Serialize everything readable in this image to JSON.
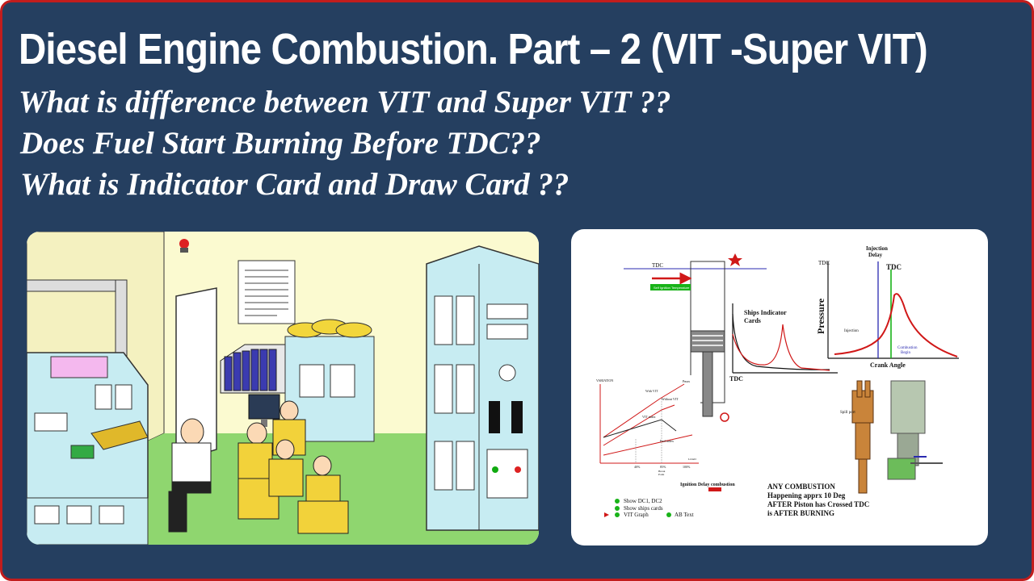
{
  "header": {
    "title": "Diesel Engine Combustion. Part – 2 (VIT -Super VIT)",
    "questions": [
      "What is difference between VIT and Super VIT ??",
      "Does Fuel Start Burning Before TDC??",
      "What is Indicator Card and Draw Card ??"
    ]
  },
  "diagram": {
    "tdc_label": "TDC",
    "self_ignition_label": "Self Ignition Temperature",
    "ships_cards_label": [
      "Ships Indicator",
      "Cards"
    ],
    "cards_tdc_label": "TDC",
    "pressure_graph": {
      "injection_delay": [
        "Injection",
        "Delay"
      ],
      "tdc_top": "TDC",
      "tdc_left": "TDC",
      "ylabel": "Pressure",
      "injection": "Injection",
      "combustion_begin": [
        "Combustion",
        "Begin"
      ],
      "xlabel": "Crank Angle"
    },
    "vit_graph": {
      "variation": "VARIATION",
      "peak": "Pmax",
      "with_vit": "With VIT",
      "without_vit": "Without VIT",
      "vit_index": "VIT index",
      "fuel_index": "Fuel index",
      "load": "LOAD",
      "x_ticks": [
        "40%",
        "85%",
        "100%"
      ],
      "break_point": [
        "Break",
        "Point"
      ]
    },
    "ignition_delay_label": "Ignition Delay combustion",
    "spill_port_label": "Spill port",
    "legend": [
      "Show DC1, DC2",
      "Show ships cards",
      "VIT Graph",
      "AB Text"
    ],
    "note": [
      "ANY COMBUSTION",
      "Happening apprx 10 Deg",
      "AFTER Piston has Crossed TDC",
      "is AFTER BURNING"
    ]
  },
  "colors": {
    "frame_border": "#c21d1d",
    "background": "#253f60",
    "text": "#ffffff",
    "curve_red": "#d01818",
    "line_blue": "#2a2ab0",
    "line_green": "#19b319"
  }
}
